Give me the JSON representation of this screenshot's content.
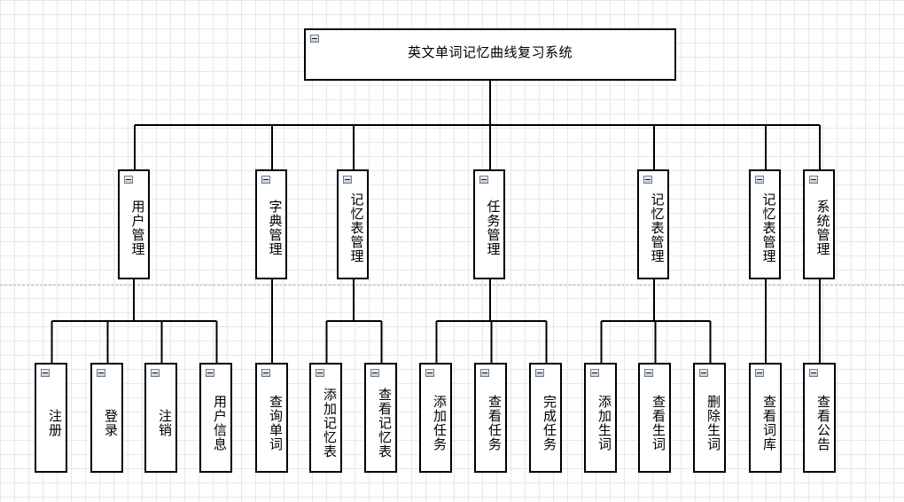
{
  "diagram": {
    "root": {
      "label": "英文单词记忆曲线复习系统"
    },
    "modules": [
      {
        "label": "用户管理",
        "children": [
          "注册",
          "登录",
          "注销",
          "用户信息"
        ]
      },
      {
        "label": "字典管理",
        "children": [
          "查询单词"
        ]
      },
      {
        "label": "记忆表管理",
        "children": [
          "添加记忆表",
          "查看记忆表"
        ]
      },
      {
        "label": "任务管理",
        "children": [
          "添加任务",
          "查看任务",
          "完成任务"
        ]
      },
      {
        "label": "记忆表管理",
        "children": [
          "添加生词",
          "查看生词",
          "删除生词"
        ]
      },
      {
        "label": "记忆表管理",
        "children": [
          "查看词库"
        ]
      },
      {
        "label": "系统管理",
        "children": [
          "查看公告"
        ]
      }
    ]
  }
}
